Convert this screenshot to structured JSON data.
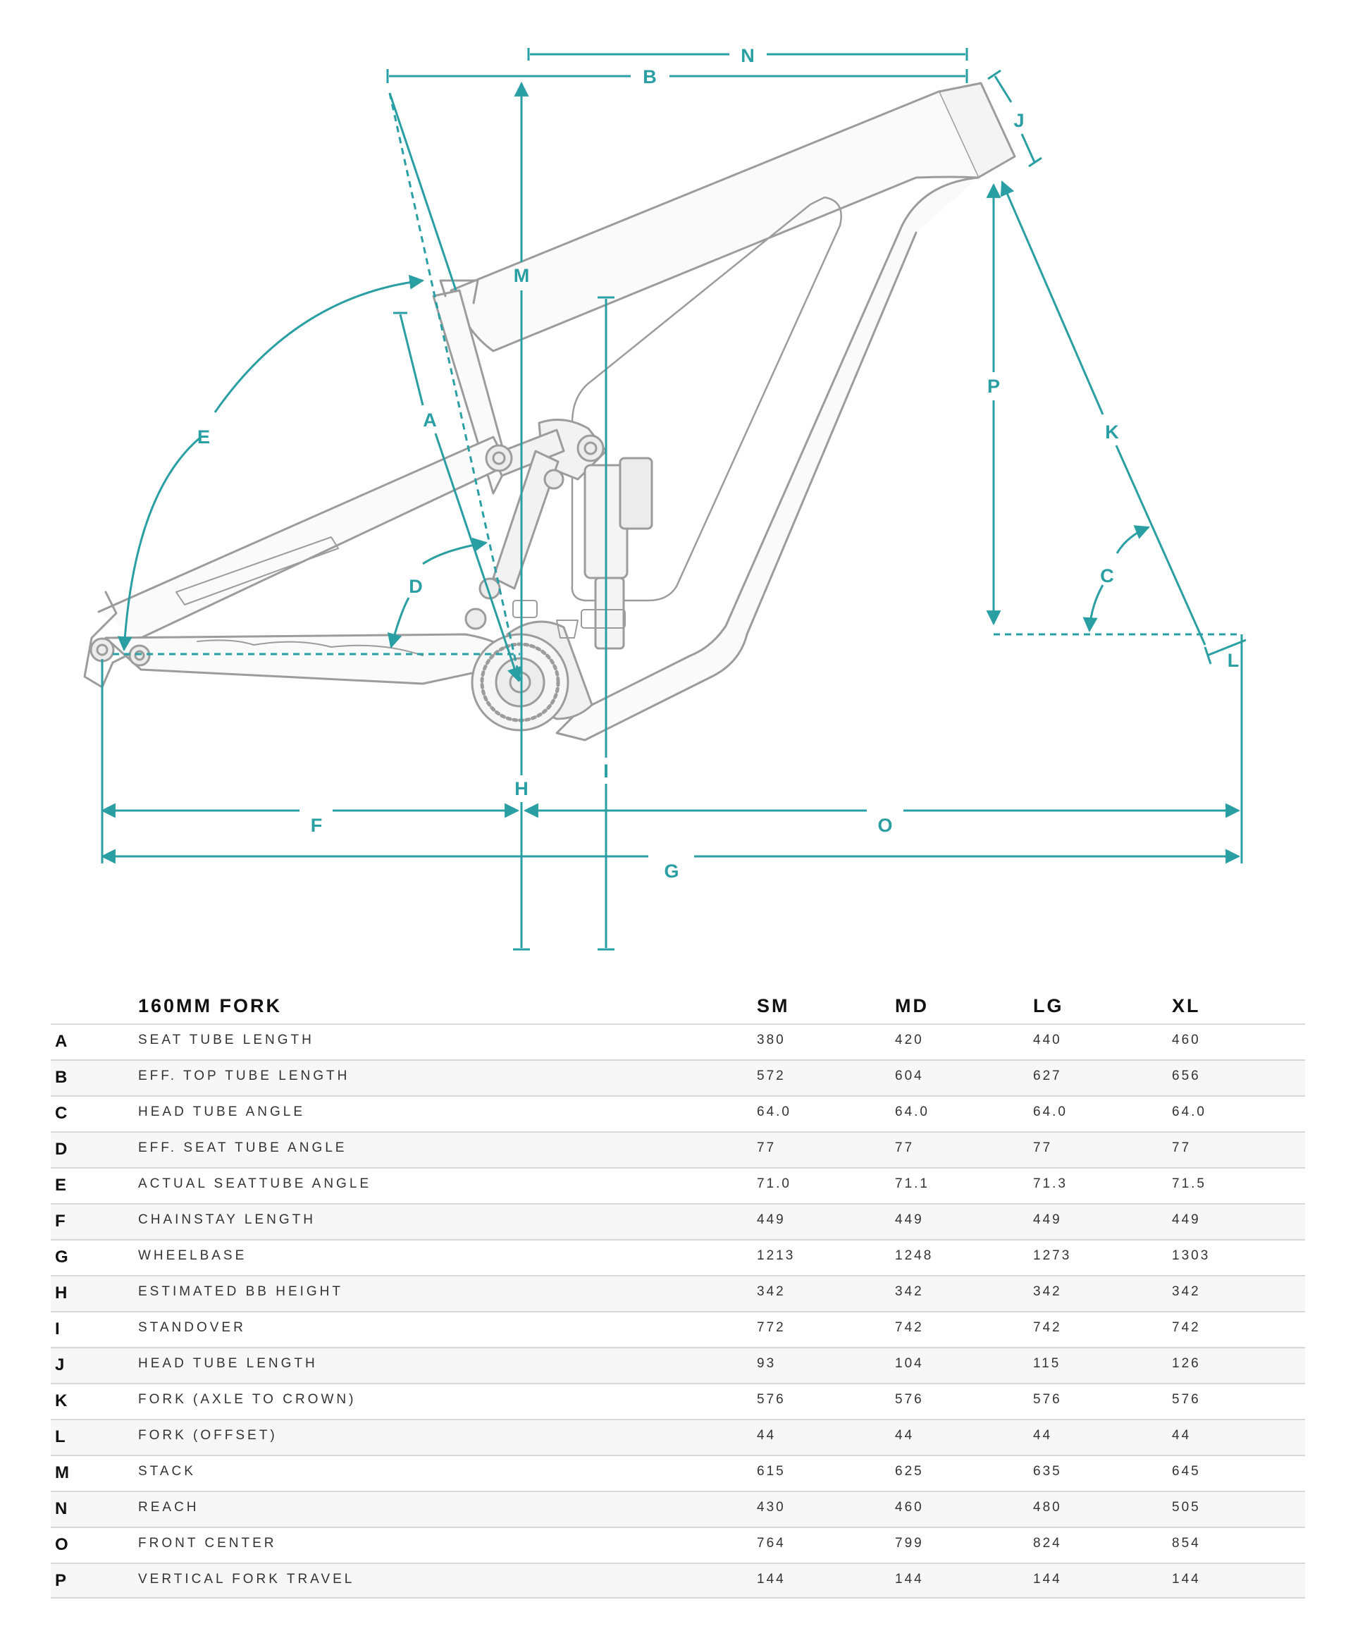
{
  "diagram": {
    "labels": {
      "A": "A",
      "B": "B",
      "C": "C",
      "D": "D",
      "E": "E",
      "F": "F",
      "G": "G",
      "H": "H",
      "I": "I",
      "J": "J",
      "K": "K",
      "L": "L",
      "M": "M",
      "N": "N",
      "O": "O",
      "P": "P"
    },
    "colors": {
      "dimension": "#2a9fa3",
      "frame": "#9c9c9c"
    }
  },
  "table": {
    "title": "160MM FORK",
    "columns": [
      "SM",
      "MD",
      "LG",
      "XL"
    ],
    "rows": [
      {
        "key": "A",
        "name": "SEAT TUBE LENGTH",
        "values": [
          "380",
          "420",
          "440",
          "460"
        ]
      },
      {
        "key": "B",
        "name": "EFF. TOP TUBE LENGTH",
        "values": [
          "572",
          "604",
          "627",
          "656"
        ]
      },
      {
        "key": "C",
        "name": "HEAD TUBE ANGLE",
        "values": [
          "64.0",
          "64.0",
          "64.0",
          "64.0"
        ]
      },
      {
        "key": "D",
        "name": "EFF. SEAT TUBE ANGLE",
        "values": [
          "77",
          "77",
          "77",
          "77"
        ]
      },
      {
        "key": "E",
        "name": "ACTUAL SEATTUBE ANGLE",
        "values": [
          "71.0",
          "71.1",
          "71.3",
          "71.5"
        ]
      },
      {
        "key": "F",
        "name": "CHAINSTAY LENGTH",
        "values": [
          "449",
          "449",
          "449",
          "449"
        ]
      },
      {
        "key": "G",
        "name": "WHEELBASE",
        "values": [
          "1213",
          "1248",
          "1273",
          "1303"
        ]
      },
      {
        "key": "H",
        "name": "ESTIMATED BB HEIGHT",
        "values": [
          "342",
          "342",
          "342",
          "342"
        ]
      },
      {
        "key": "I",
        "name": "STANDOVER",
        "values": [
          "772",
          "742",
          "742",
          "742"
        ]
      },
      {
        "key": "J",
        "name": "HEAD TUBE LENGTH",
        "values": [
          "93",
          "104",
          "115",
          "126"
        ]
      },
      {
        "key": "K",
        "name": "FORK (AXLE TO CROWN)",
        "values": [
          "576",
          "576",
          "576",
          "576"
        ]
      },
      {
        "key": "L",
        "name": "FORK (OFFSET)",
        "values": [
          "44",
          "44",
          "44",
          "44"
        ]
      },
      {
        "key": "M",
        "name": "STACK",
        "values": [
          "615",
          "625",
          "635",
          "645"
        ]
      },
      {
        "key": "N",
        "name": "REACH",
        "values": [
          "430",
          "460",
          "480",
          "505"
        ]
      },
      {
        "key": "O",
        "name": "FRONT CENTER",
        "values": [
          "764",
          "799",
          "824",
          "854"
        ]
      },
      {
        "key": "P",
        "name": "VERTICAL FORK TRAVEL",
        "values": [
          "144",
          "144",
          "144",
          "144"
        ]
      }
    ]
  }
}
